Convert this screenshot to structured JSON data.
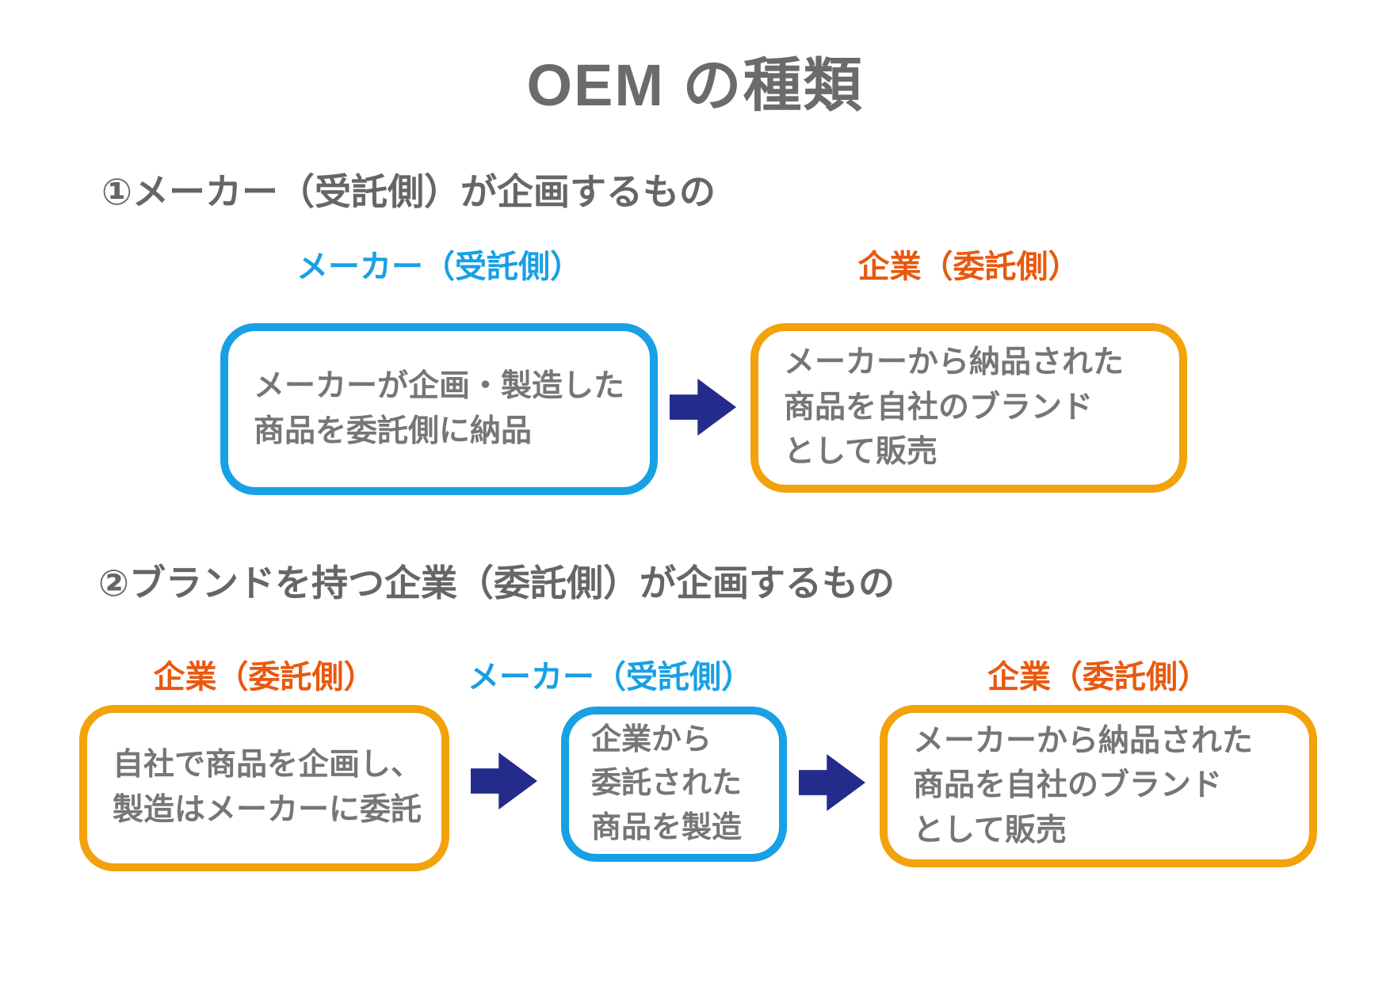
{
  "title": "OEM の種類",
  "colors": {
    "blue": "#18a0e4",
    "orange_border": "#f2a20b",
    "orange_label": "#e8590f",
    "arrow_navy": "#232c8a",
    "heading_gray": "#666666",
    "body_gray": "#767676"
  },
  "section1": {
    "heading": "①メーカー（受託側）が企画するもの",
    "maker_label": "メーカー（受託側）",
    "company_label": "企業（委託側）",
    "maker_box": "メーカーが企画・製造した\n商品を委託側に納品",
    "company_box": "メーカーから納品された\n商品を自社のブランド\nとして販売"
  },
  "section2": {
    "heading": "②ブランドを持つ企業（委託側）が企画するもの",
    "company1_label": "企業（委託側）",
    "maker_label": "メーカー（受託側）",
    "company2_label": "企業（委託側）",
    "company1_box": "自社で商品を企画し、\n製造はメーカーに委託",
    "maker_box": "企業から\n委託された\n商品を製造",
    "company2_box": "メーカーから納品された\n商品を自社のブランド\nとして販売"
  }
}
